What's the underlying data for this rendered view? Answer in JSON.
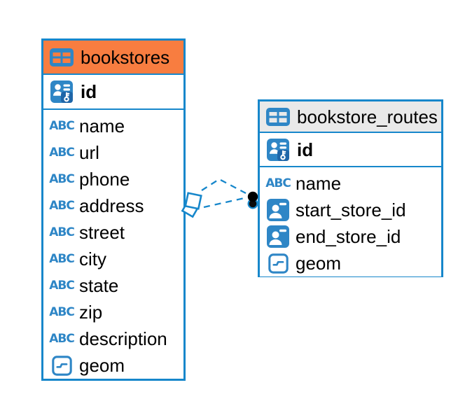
{
  "diagram": {
    "background": "#ffffff",
    "accent": "#1787cb",
    "icon_blue": "#2e86c6",
    "text_color": "#000000",
    "icons": {
      "text_type_glyph": "ABC"
    },
    "tables": [
      {
        "title": "bookstores",
        "header_bg": "#f87d40",
        "columns": [
          {
            "name": "id",
            "type": "primary-key"
          },
          {
            "name": "name",
            "type": "text"
          },
          {
            "name": "url",
            "type": "text"
          },
          {
            "name": "phone",
            "type": "text"
          },
          {
            "name": "address",
            "type": "text"
          },
          {
            "name": "street",
            "type": "text"
          },
          {
            "name": "city",
            "type": "text"
          },
          {
            "name": "state",
            "type": "text"
          },
          {
            "name": "zip",
            "type": "text"
          },
          {
            "name": "description",
            "type": "text"
          },
          {
            "name": "geom",
            "type": "geometry"
          }
        ]
      },
      {
        "title": "bookstore_routes",
        "header_bg": "#e9e9e9",
        "columns": [
          {
            "name": "id",
            "type": "primary-key"
          },
          {
            "name": "name",
            "type": "text"
          },
          {
            "name": "start_store_id",
            "type": "foreign-key"
          },
          {
            "name": "end_store_id",
            "type": "foreign-key"
          },
          {
            "name": "geom",
            "type": "geometry"
          }
        ]
      }
    ],
    "relationships": [
      {
        "from_table": "bookstores",
        "to_table": "bookstore_routes",
        "line_style": "dashed",
        "source_marker": "diamond",
        "target_marker": "dot"
      },
      {
        "from_table": "bookstores",
        "to_table": "bookstore_routes",
        "line_style": "dashed",
        "source_marker": "diamond",
        "target_marker": "dot"
      }
    ]
  }
}
